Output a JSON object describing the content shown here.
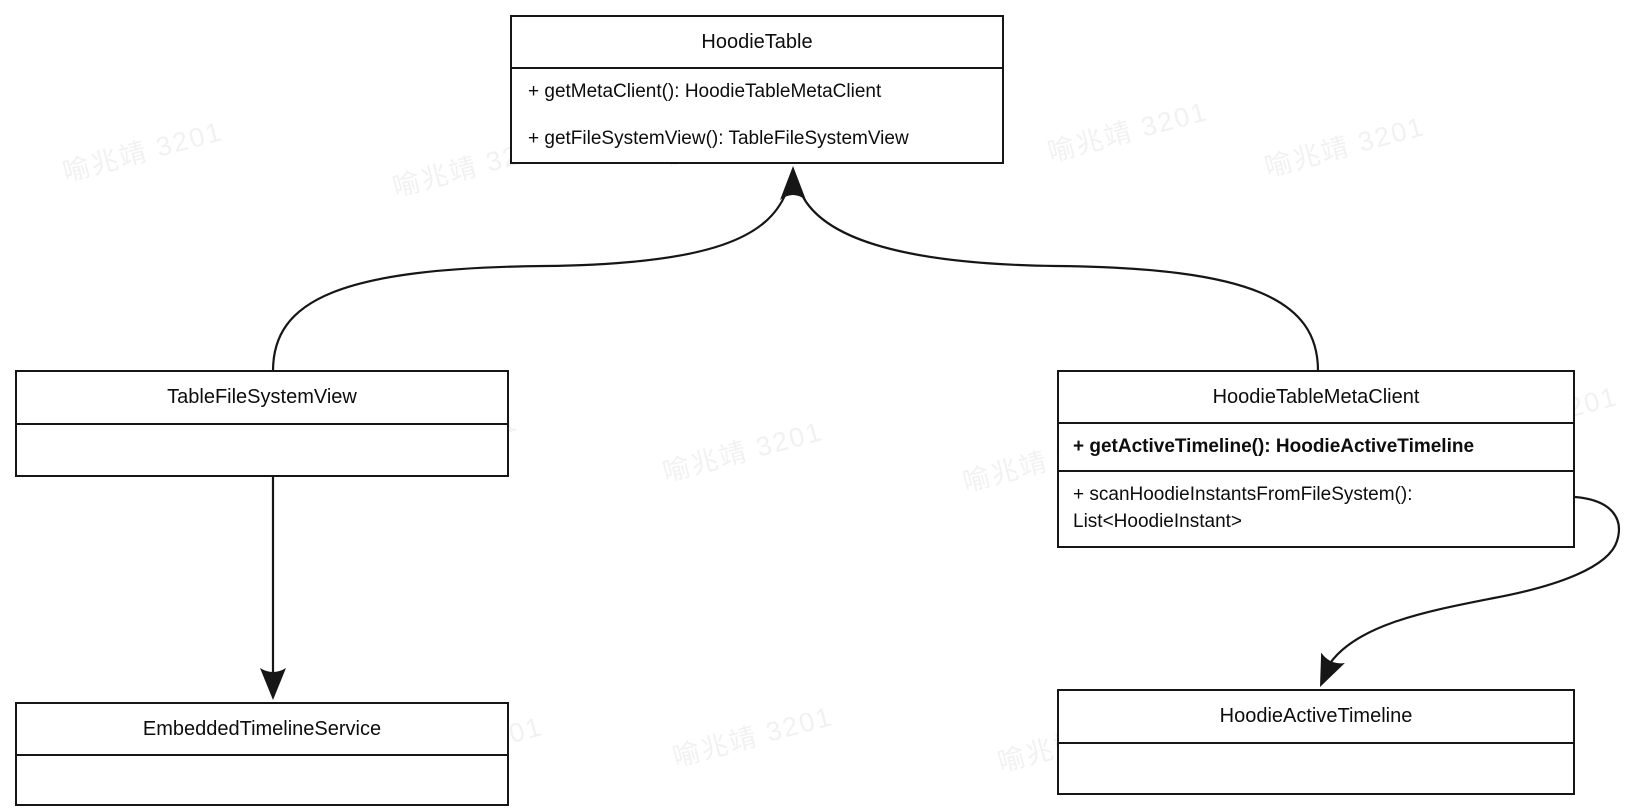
{
  "watermark": {
    "text": "喻兆靖 3201"
  },
  "classes": [
    {
      "name": "HoodieTable",
      "methods": [
        "+ getMetaClient(): HoodieTableMetaClient",
        "+ getFileSystemView(): TableFileSystemView"
      ]
    },
    {
      "name": "TableFileSystemView",
      "methods": []
    },
    {
      "name": "HoodieTableMetaClient",
      "methods": [
        "+ getActiveTimeline(): HoodieActiveTimeline",
        "+ scanHoodieInstantsFromFileSystem(): List<HoodieInstant>"
      ]
    },
    {
      "name": "EmbeddedTimelineService",
      "methods": []
    },
    {
      "name": "HoodieActiveTimeline",
      "methods": []
    }
  ],
  "edges": [
    {
      "from": "TableFileSystemView",
      "to": "HoodieTable",
      "type": "arrow"
    },
    {
      "from": "HoodieTableMetaClient",
      "to": "HoodieTable",
      "type": "arrow"
    },
    {
      "from": "TableFileSystemView",
      "to": "EmbeddedTimelineService",
      "type": "arrow"
    },
    {
      "from": "HoodieTableMetaClient",
      "to": "HoodieActiveTimeline",
      "type": "arrow"
    }
  ],
  "colors": {
    "stroke": "#161616",
    "background": "#ffffff"
  }
}
